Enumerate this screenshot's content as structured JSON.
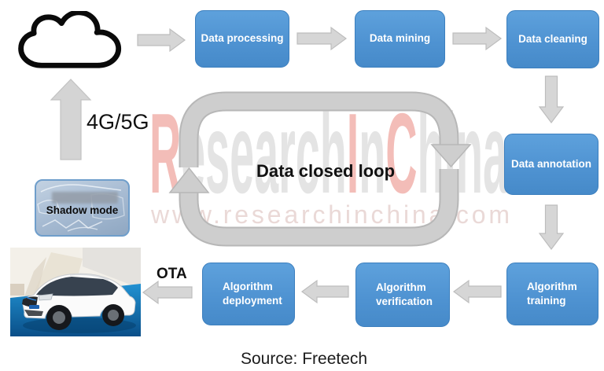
{
  "diagram": {
    "loop_title": "Data closed loop",
    "source_caption": "Source: Freetech",
    "labels": {
      "network": "4G/5G",
      "ota": "OTA",
      "shadow_mode": "Shadow mode"
    },
    "boxes": [
      {
        "id": "data-processing",
        "lines": [
          "Data processing"
        ]
      },
      {
        "id": "data-mining",
        "lines": [
          "Data mining"
        ]
      },
      {
        "id": "data-cleaning",
        "lines": [
          "Data cleaning"
        ]
      },
      {
        "id": "data-annotation",
        "lines": [
          "Data annotation"
        ]
      },
      {
        "id": "algorithm-training",
        "lines": [
          "Algorithm",
          "training"
        ]
      },
      {
        "id": "algorithm-verification",
        "lines": [
          "Algorithm",
          "verification"
        ]
      },
      {
        "id": "algorithm-deployment",
        "lines": [
          "Algorithm",
          "deployment"
        ]
      }
    ],
    "icons": {
      "cloud": "cloud-icon",
      "flow_arrows": "block-arrow-icon",
      "loop": "closed-loop-arrow",
      "car": "car-photo",
      "shadow_mode": "shadow-mode-image"
    },
    "colors": {
      "box_fill": "#4f93d2",
      "box_border": "#3c7fbe",
      "box_text": "#ffffff",
      "arrow_fill": "#d6d6d6",
      "arrow_border": "#bdbdbd",
      "loop_fill": "#cecece",
      "loop_border": "#b7b7b7",
      "car_floor_blue": "#0e5f9e",
      "shadow_card_blue": "#a9bdd4"
    }
  },
  "watermark": {
    "brand_segments": [
      {
        "text": "R",
        "tone": "red"
      },
      {
        "text": "esearch",
        "tone": "gray"
      },
      {
        "text": "I",
        "tone": "red"
      },
      {
        "text": "n",
        "tone": "gray"
      },
      {
        "text": "C",
        "tone": "red"
      },
      {
        "text": "hina",
        "tone": "gray"
      }
    ],
    "url": "www.researchinchina.com",
    "colors": {
      "red": "#f3bdb8",
      "gray": "#e4e4e4",
      "url": "#ead9d7"
    }
  }
}
